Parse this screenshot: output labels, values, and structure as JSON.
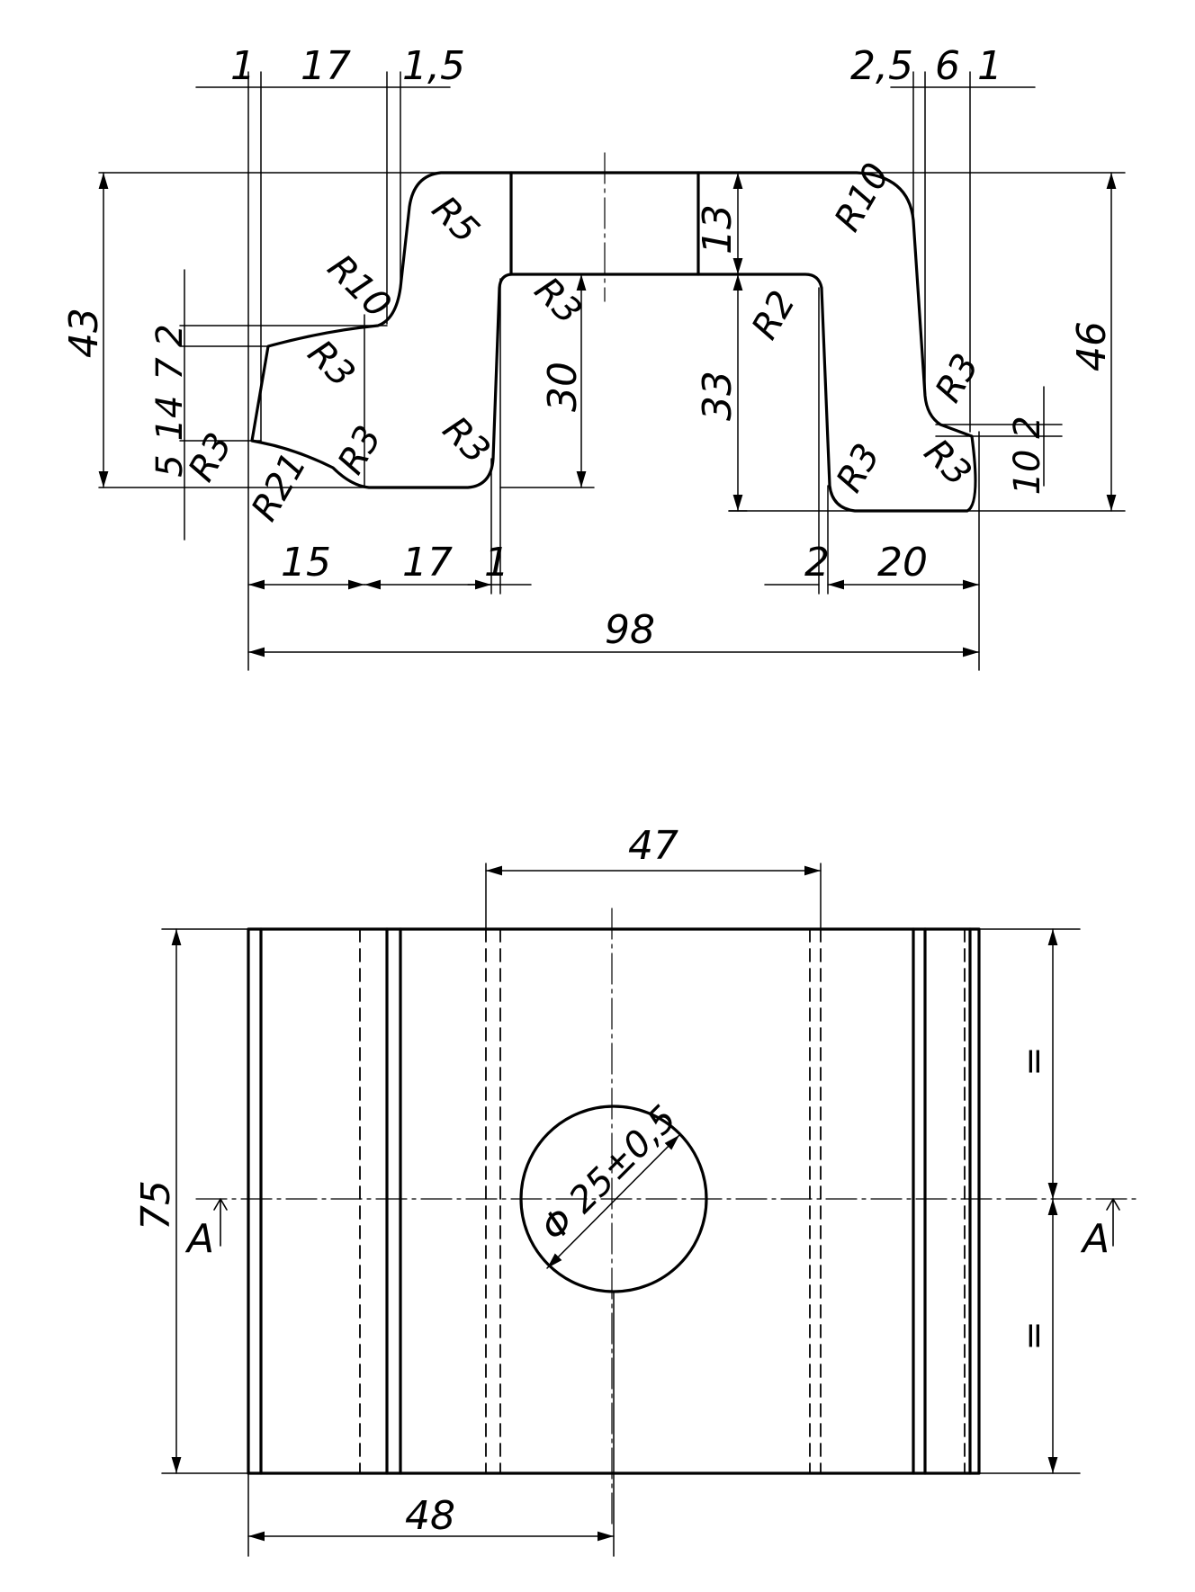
{
  "section_view": {
    "top_dims": [
      "1",
      "17",
      "1,5",
      "2,5",
      "6",
      "1"
    ],
    "left_dims": [
      "43",
      "2",
      "7",
      "14",
      "5"
    ],
    "height_dims": [
      "30",
      "33",
      "13"
    ],
    "right_dims": [
      "46",
      "10",
      "2"
    ],
    "bottom_dims": [
      "15",
      "17",
      "1",
      "2",
      "20",
      "98"
    ],
    "radii": [
      "R5",
      "R10",
      "R3",
      "R3",
      "R21",
      "R3",
      "R3",
      "R3",
      "R2",
      "R10",
      "R3",
      "R3",
      "R3"
    ]
  },
  "plan_view": {
    "width_dim": "47",
    "height_dim": "75",
    "offset_dim": "48",
    "hole_dim": "Φ 25±0,5",
    "section_label": "A",
    "equal_mark": "="
  }
}
